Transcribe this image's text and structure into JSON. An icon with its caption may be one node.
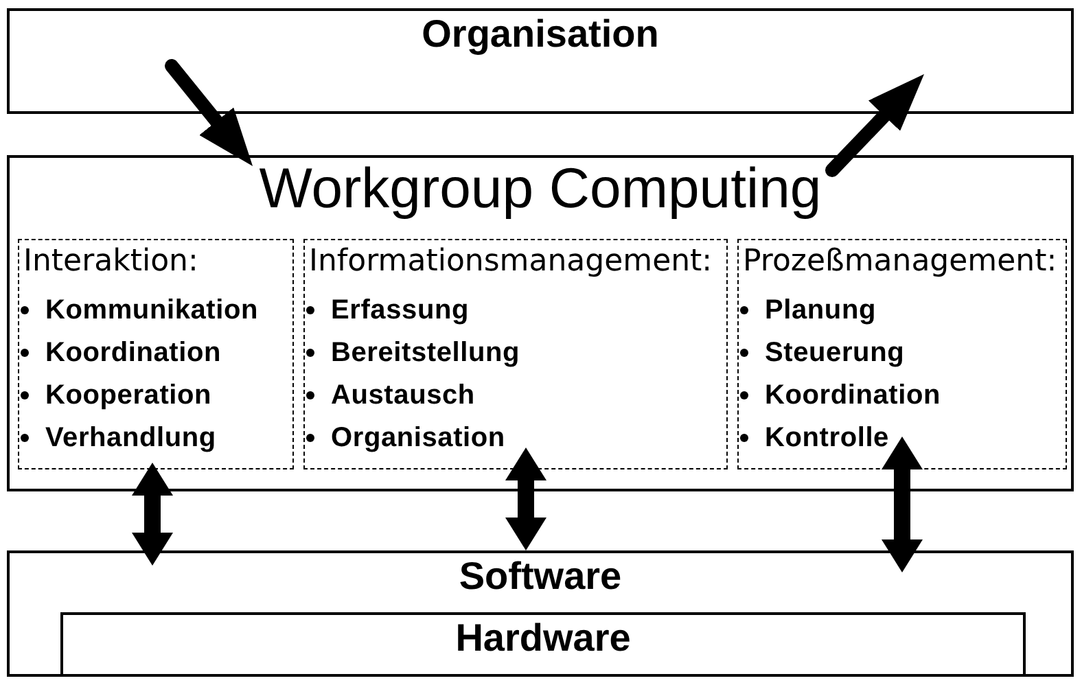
{
  "diagram": {
    "nodes": [
      {
        "text": [
          "Organisation"
        ]
      },
      {
        "text": [
          "Workgroup Computing"
        ]
      },
      {
        "text": [
          "Interaktion:",
          "Kommunikation",
          "Koordination",
          "Kooperation",
          "Verhandlung"
        ],
        "in": 1
      },
      {
        "text": [
          "Informationsmanagement:",
          "Erfassung",
          "Bereitstellung",
          "Austausch",
          "Organisation"
        ],
        "in": 1
      },
      {
        "text": [
          "Prozeßmanagement:",
          "Planung",
          "Steuerung",
          "Koordination",
          "Kontrolle"
        ],
        "in": 1
      },
      {
        "text": [
          "Software"
        ]
      },
      {
        "text": [
          "Hardware"
        ],
        "in": 5
      }
    ],
    "edges": [
      {
        "from": 0,
        "to": 1,
        "arrow": "to"
      },
      {
        "from": 1,
        "to": 0,
        "arrow": "to"
      },
      {
        "from": 2,
        "to": 5,
        "arrow": "both"
      },
      {
        "from": 3,
        "to": 5,
        "arrow": "both"
      },
      {
        "from": 4,
        "to": 5,
        "arrow": "both"
      }
    ]
  }
}
